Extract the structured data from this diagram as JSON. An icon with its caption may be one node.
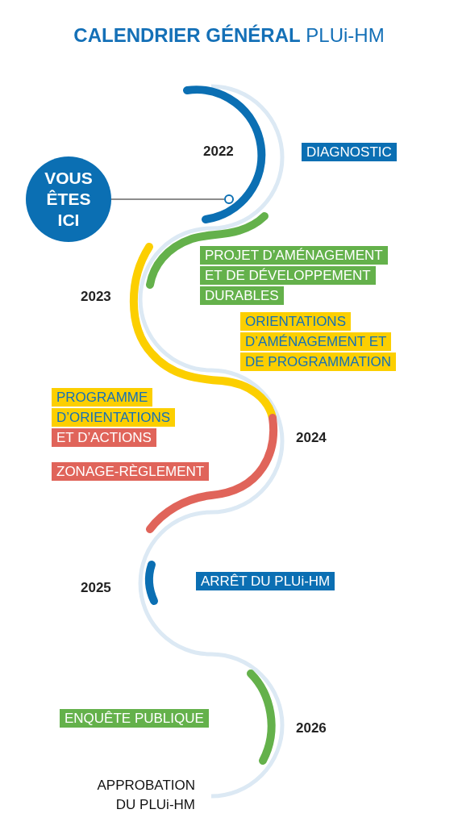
{
  "diagram": {
    "title": "**CALENDRIER GÉNÉRAL** PLUi-HM",
    "nodes": [
      {
        "text": [
          "VOUS ÊTES ICI"
        ]
      },
      {
        "text": [],
        "shape": "circle"
      },
      {
        "text": [
          "DIAGNOSTIC"
        ]
      },
      {
        "text": [
          "PROJET D’AMÉNAGEMENT ET DE DÉVELOPPEMENT DURABLES"
        ]
      },
      {
        "text": [
          "ORIENTATIONS D’AMÉNAGEMENT ET DE PROGRAMMATION"
        ]
      },
      {
        "text": [
          "PROGRAMME D’ORIENTATIONS",
          "ET D’ACTIONS"
        ]
      },
      {
        "text": [
          "ZONAGE-RÈGLEMENT"
        ]
      },
      {
        "text": [
          "ARRÊT DU PLUi-HM"
        ]
      },
      {
        "text": [
          "ENQUÊTE PUBLIQUE"
        ]
      }
    ],
    "edges": [
      {
        "from": 0,
        "to": 1,
        "arrow": "none"
      }
    ],
    "labels": [
      "2022",
      "2023",
      "2024",
      "2025",
      "2026",
      "APPROBATION DU PLUi-HM"
    ]
  }
}
